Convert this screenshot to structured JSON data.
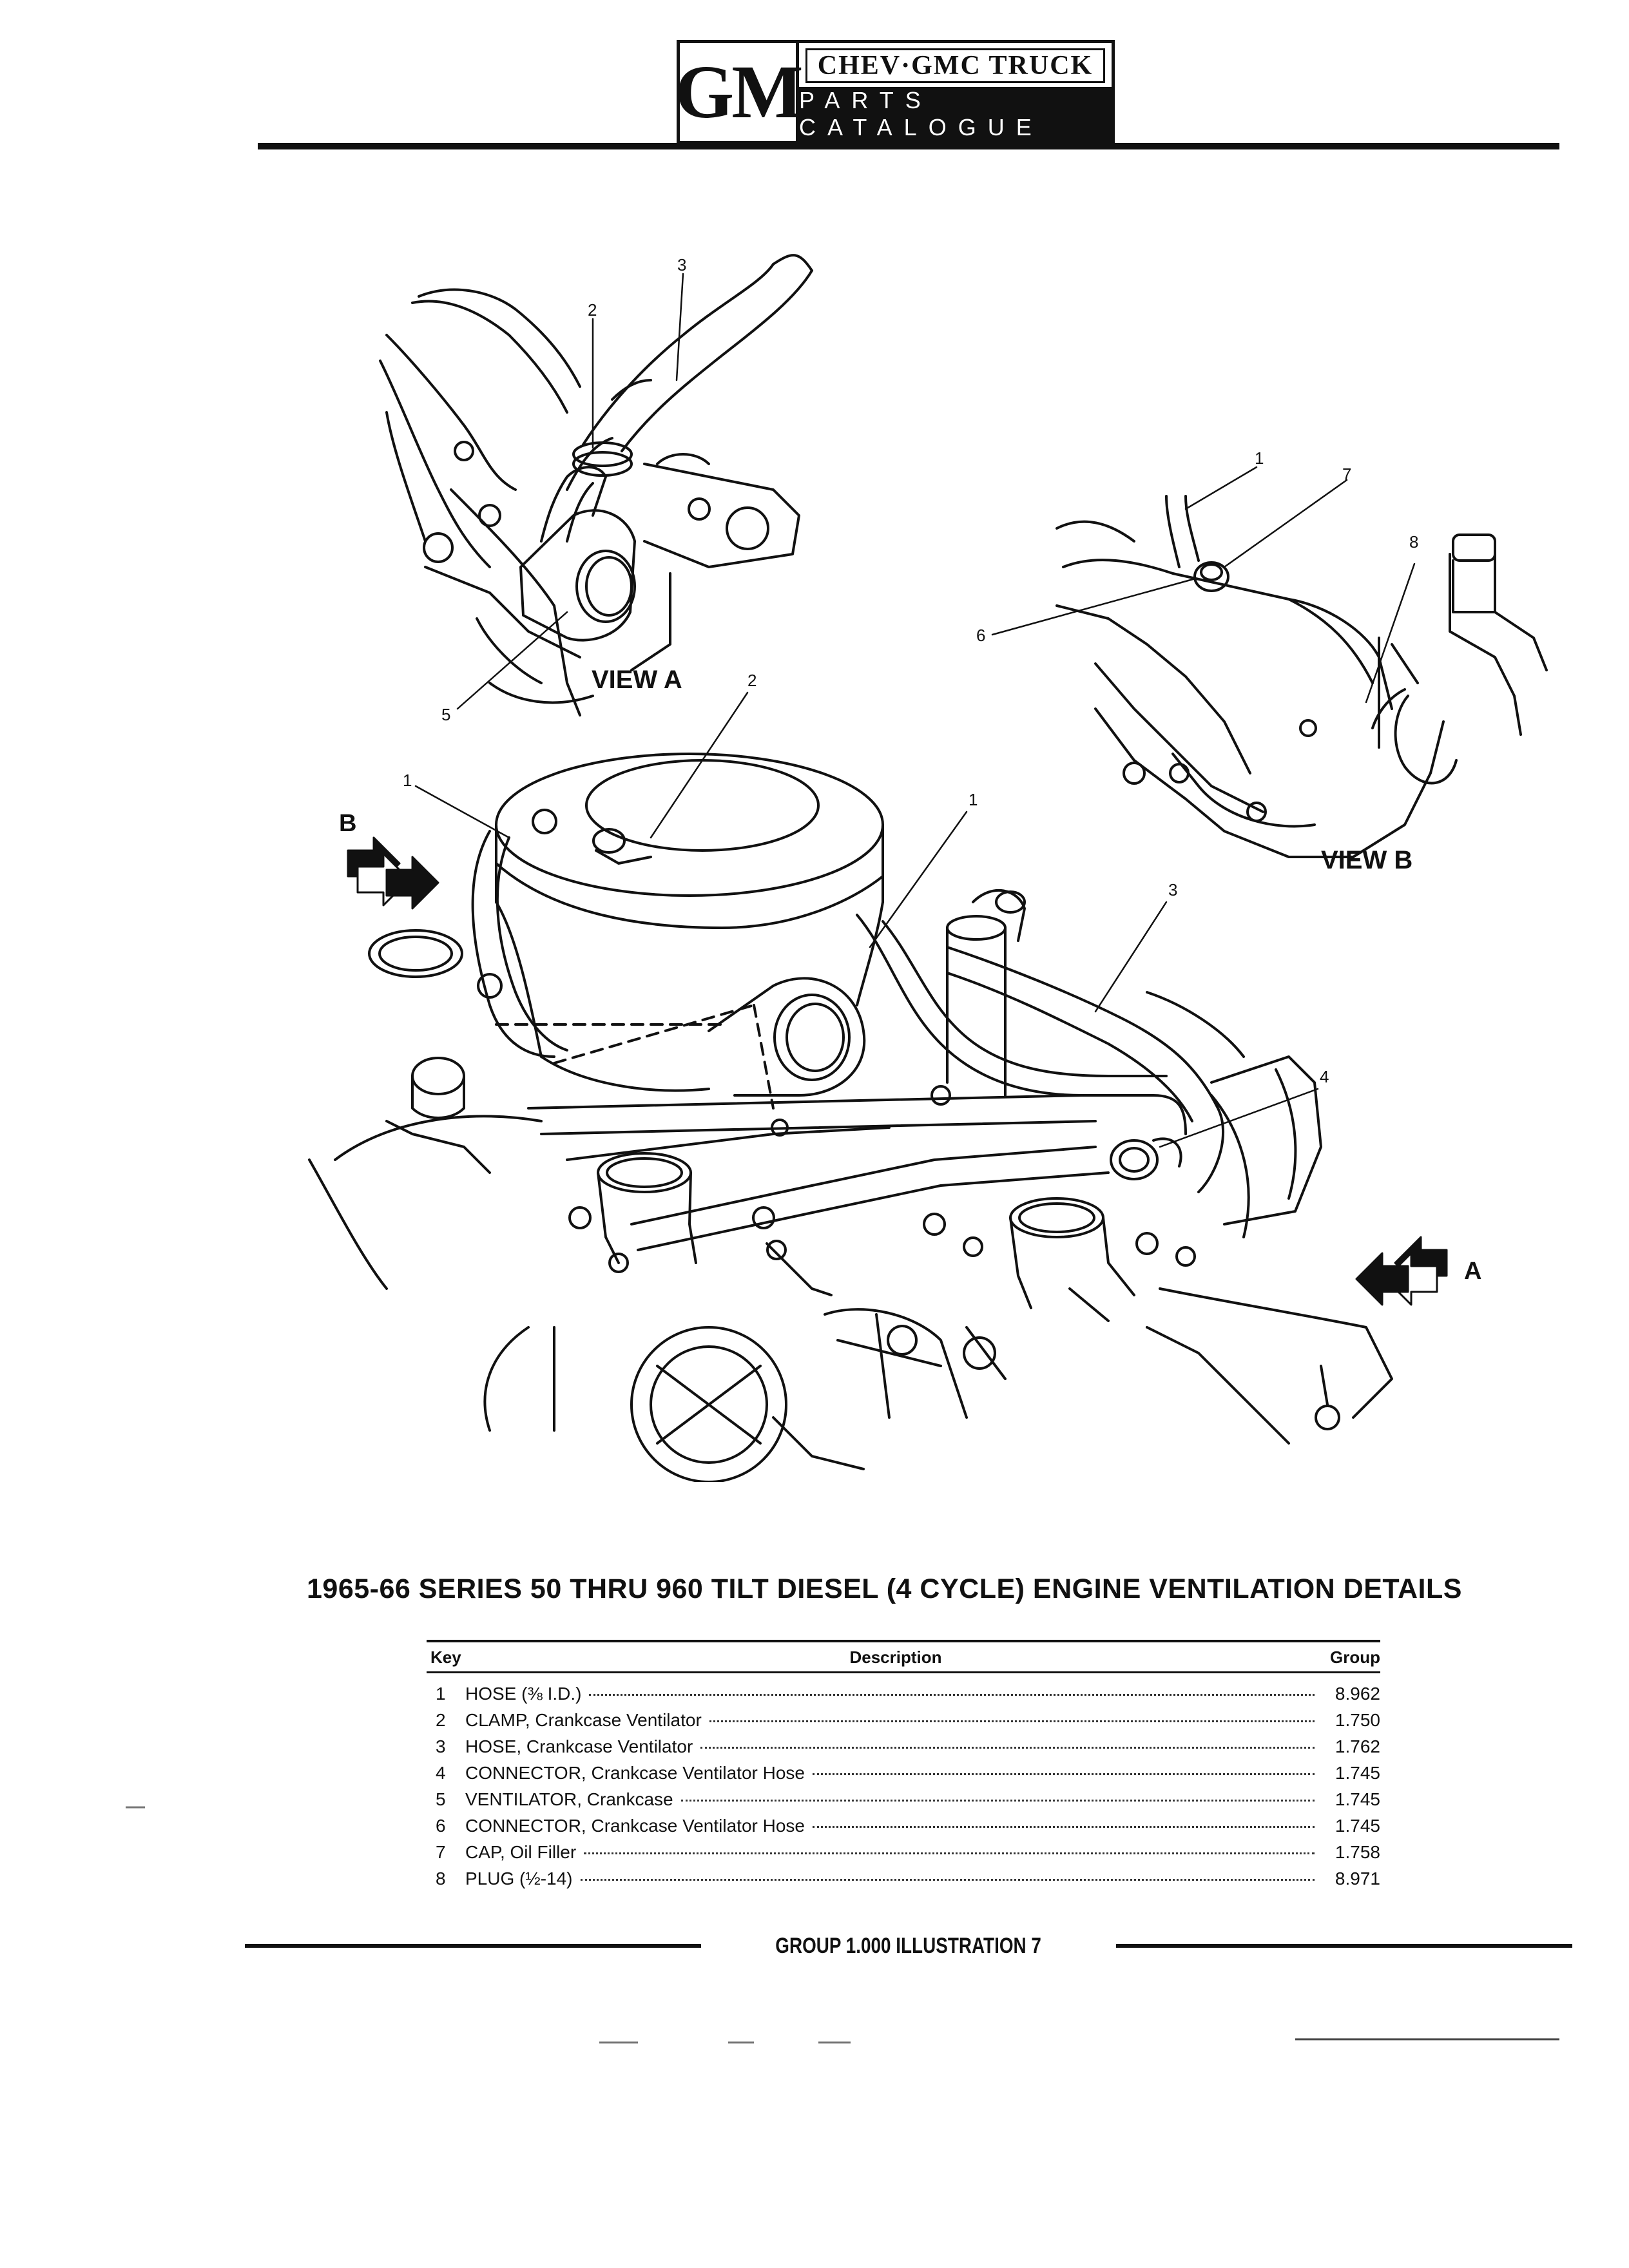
{
  "header": {
    "logo_mark": "GM",
    "logo_title": "CHEV·GMC TRUCK",
    "logo_subtitle": "PARTS CATALOGUE"
  },
  "illustration": {
    "view_a_label": "VIEW A",
    "view_b_label": "VIEW B",
    "arrow_a_label": "A",
    "arrow_b_label": "B",
    "callouts": {
      "va_3": "3",
      "va_2": "2",
      "va_5": "5",
      "vb_1": "1",
      "vb_7": "7",
      "vb_8": "8",
      "vb_6": "6",
      "m_2": "2",
      "m_1_left": "1",
      "m_1_mid": "1",
      "m_3": "3",
      "m_4": "4"
    }
  },
  "caption": "1965-66 SERIES 50 THRU 960 TILT DIESEL (4 CYCLE) ENGINE VENTILATION DETAILS",
  "parts_table": {
    "headers": {
      "key": "Key",
      "description": "Description",
      "group": "Group"
    },
    "rows": [
      {
        "key": "1",
        "description": "HOSE (⅜ I.D.)",
        "group": "8.962"
      },
      {
        "key": "2",
        "description": "CLAMP, Crankcase Ventilator",
        "group": "1.750"
      },
      {
        "key": "3",
        "description": "HOSE, Crankcase Ventilator",
        "group": "1.762"
      },
      {
        "key": "4",
        "description": "CONNECTOR, Crankcase Ventilator Hose",
        "group": "1.745"
      },
      {
        "key": "5",
        "description": "VENTILATOR, Crankcase",
        "group": "1.745"
      },
      {
        "key": "6",
        "description": "CONNECTOR, Crankcase Ventilator Hose",
        "group": "1.745"
      },
      {
        "key": "7",
        "description": "CAP, Oil Filler",
        "group": "1.758"
      },
      {
        "key": "8",
        "description": "PLUG (½-14)",
        "group": "8.971"
      }
    ]
  },
  "footer": {
    "text": "GROUP 1.000 ILLUSTRATION 7"
  }
}
